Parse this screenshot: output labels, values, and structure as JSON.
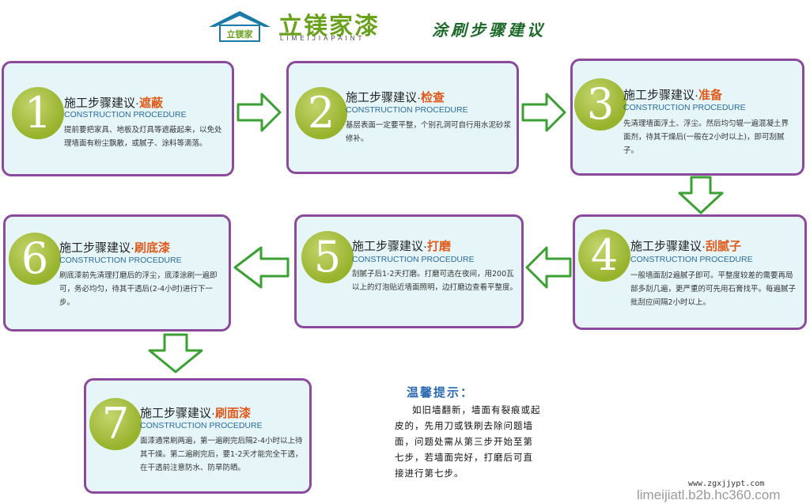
{
  "header": {
    "logo_mark": "立镁家",
    "brand_cn": "立镁家漆",
    "brand_en": "LIMEIJIAPAINT",
    "title": "涂刷步骤建议"
  },
  "steps": [
    {
      "num": "1",
      "title_prefix": "施工步骤建议·",
      "title_highlight": "遮蔽",
      "subtitle": "CONSTRUCTION PROCEDURE",
      "body": "提前要把家具、地板及灯具等遮蔽起来，以免处理墙面有粉尘飘散，或腻子、涂料等滴落。"
    },
    {
      "num": "2",
      "title_prefix": "施工步骤建议·",
      "title_highlight": "检查",
      "subtitle": "CONSTRUCTION PROCEDURE",
      "body": "基层表面一定要平整，个别孔洞可自行用水泥砂浆修补。"
    },
    {
      "num": "3",
      "title_prefix": "施工步骤建议·",
      "title_highlight": "准备",
      "subtitle": "CONSTRUCTION PROCEDURE",
      "body": "先清理墙面浮土、浮尘。然后均匀辊一遍混凝土界面剂，待其干燥后(一般在2小时以上)，即可刮腻子。"
    },
    {
      "num": "4",
      "title_prefix": "施工步骤建议·",
      "title_highlight": "刮腻子",
      "subtitle": "CONSTRUCTION PROCEDURE",
      "body": "一般墙面刮2遍腻子即可。平整度较差的需要再局部多刮几遍，更严重的可先用石膏找平。每遍腻子批刮应间隔2小时以上。"
    },
    {
      "num": "5",
      "title_prefix": "施工步骤建议·",
      "title_highlight": "打磨",
      "subtitle": "CONSTRUCTION PROCEDURE",
      "body": "刮腻子后1-2天打磨。打磨可选在夜间，用200瓦以上的灯泡贴近墙面照明，边打磨边查看平整度。"
    },
    {
      "num": "6",
      "title_prefix": "施工步骤建议·",
      "title_highlight": "刷底漆",
      "subtitle": "CONSTRUCTION PROCEDURE",
      "body": "刷底漆前先清理打磨后的浮尘，底漆涂刷一遍即可，务必均匀，待其干透后(2-4小时)进行下一步。"
    },
    {
      "num": "7",
      "title_prefix": "施工步骤建议·",
      "title_highlight": "刷面漆",
      "subtitle": "CONSTRUCTION PROCEDURE",
      "body": "面漆通常刷两遍，第一遍刷完后隔2-4小时以上待其干燥。第二遍刷完后，要1-2天才能完全干透，在干透前注意防水、防旱防晒。"
    }
  ],
  "tips": {
    "title": "温馨提示：",
    "body": "如旧墙翻新，墙面有裂痕或起皮的，先用刀或铁刷去除问题墙面，问题处需从第三步开始至第七步，若墙面完好，打磨后可直接进行第七步。"
  },
  "footer": {
    "site": "www.zgxjjypt.com",
    "watermark": "limeijiatl.b2b.hc360.com"
  },
  "colors": {
    "card_border": "#8c4a9c",
    "card_bg": "#e6f6f8",
    "number_circle": "#a3bd33",
    "highlight": "#e05a1b",
    "arrow": "#3aa032"
  }
}
